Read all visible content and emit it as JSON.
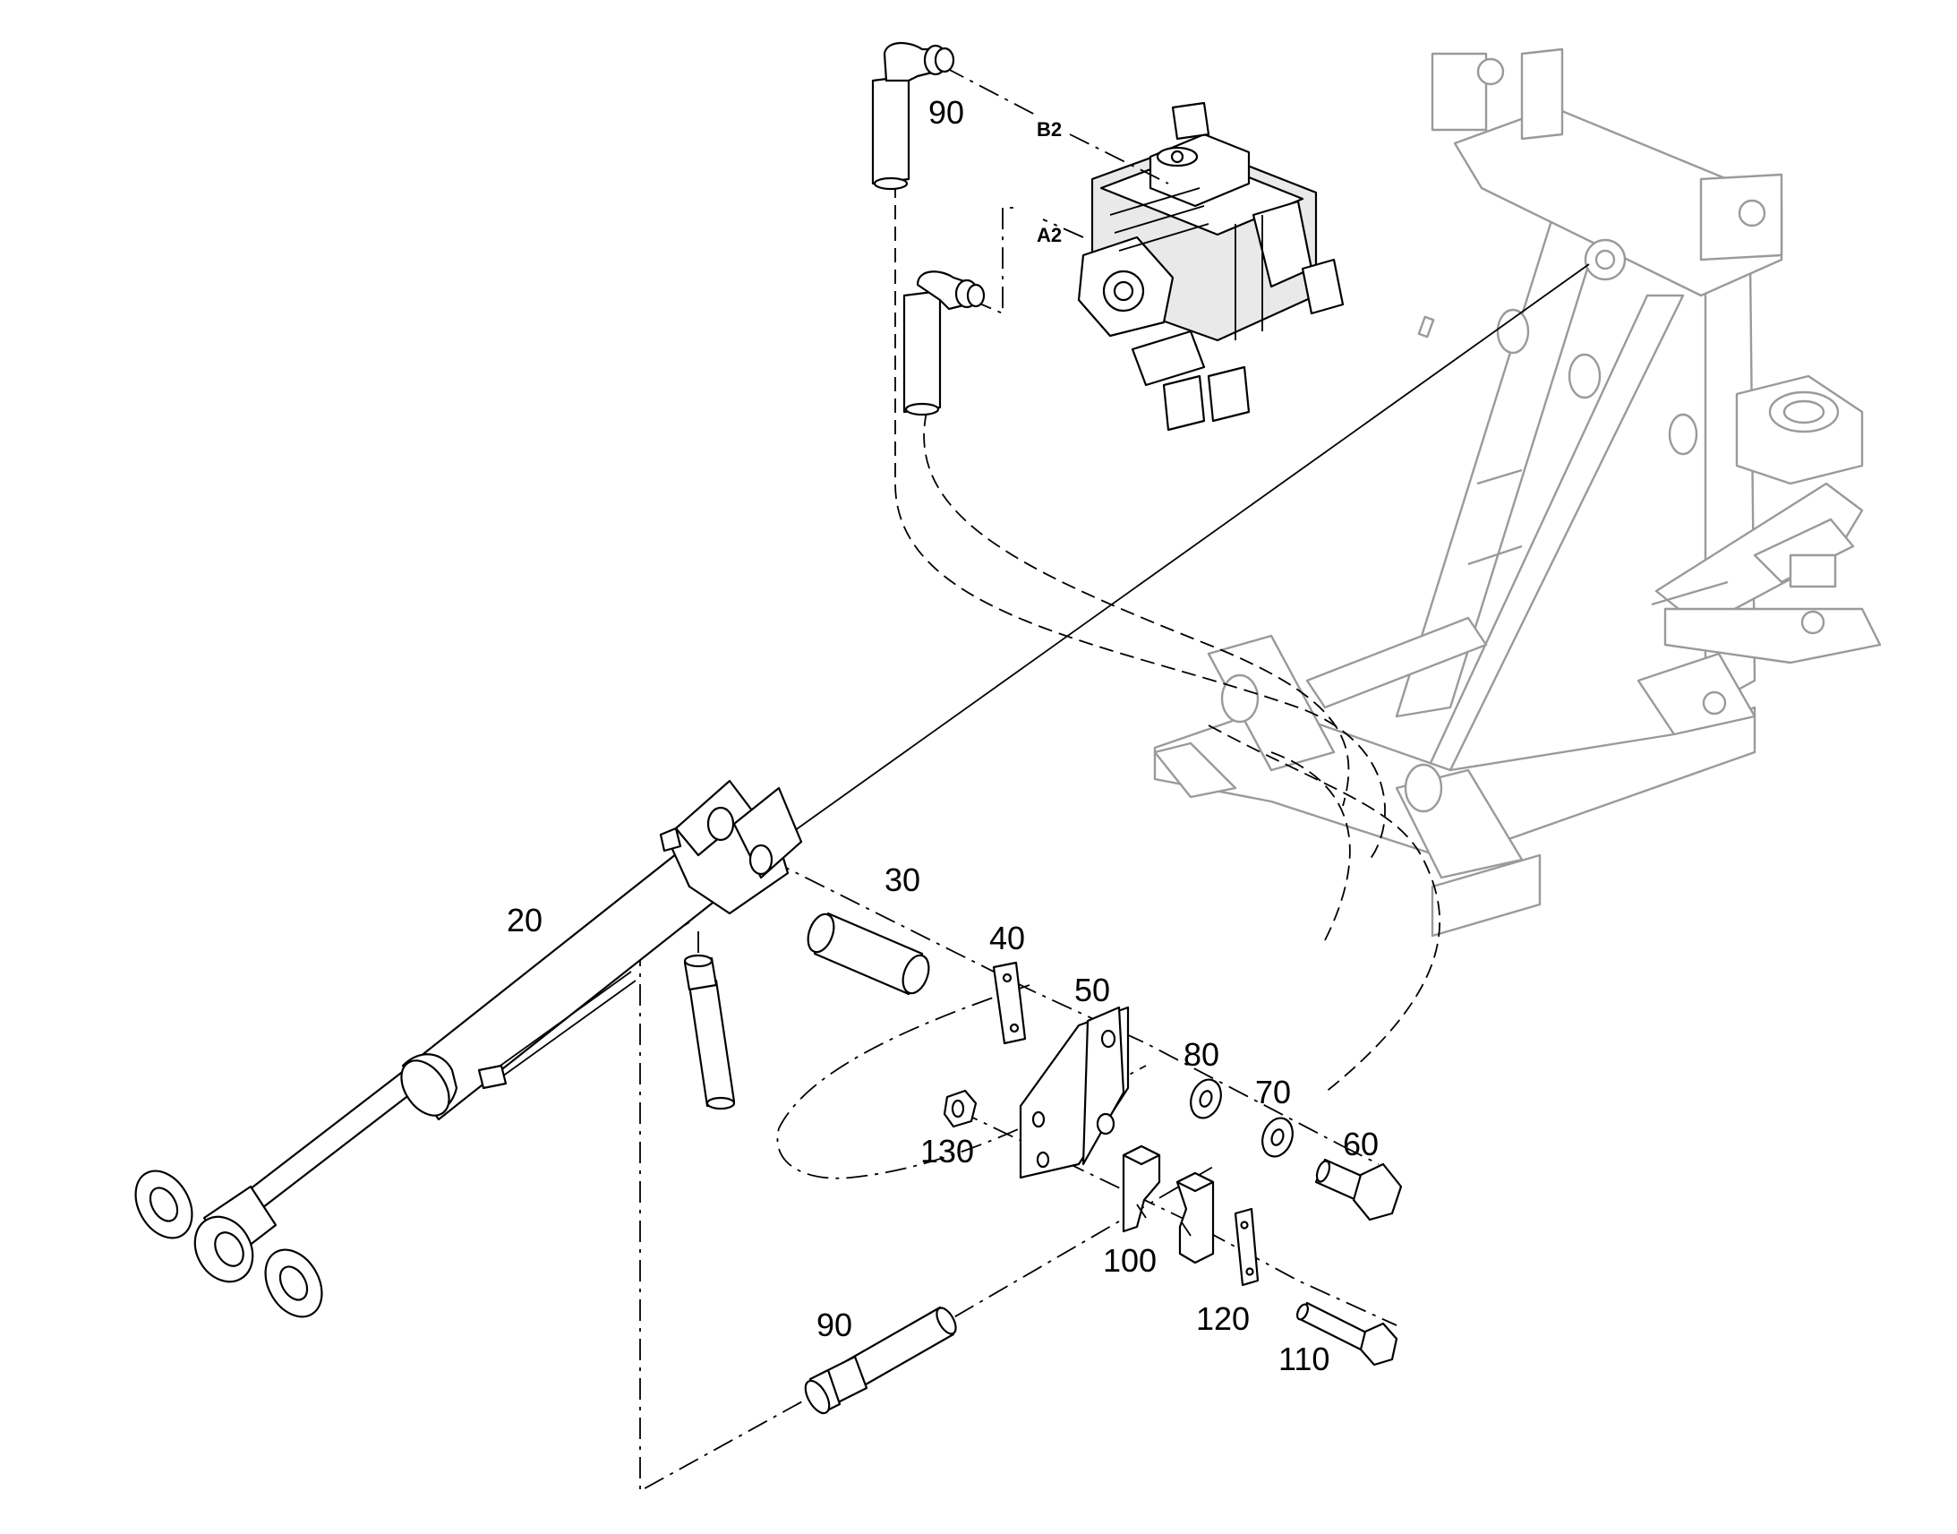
{
  "callouts": {
    "part_20": "20",
    "part_30": "30",
    "part_40": "40",
    "part_50": "50",
    "part_60": "60",
    "part_70": "70",
    "part_80": "80",
    "part_90_top": "90",
    "part_90_bottom": "90",
    "part_100": "100",
    "part_110": "110",
    "part_120": "120",
    "part_130": "130"
  },
  "port_labels": {
    "a2": "A2",
    "b2": "B2"
  }
}
